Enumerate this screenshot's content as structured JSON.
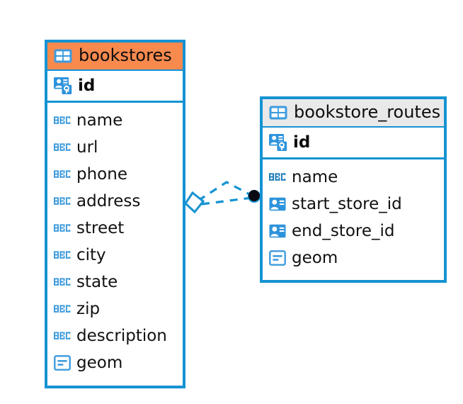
{
  "diagram": {
    "type": "entity-relationship-diagram",
    "background_color": "#ffffff",
    "accent_color": "#1593D3",
    "highlight_color": "#F98A4E",
    "header_grey": "#E9E9E9"
  },
  "entities": [
    {
      "name": "bookstores",
      "header_style": "orange",
      "table_icon": "table-icon",
      "primary_key": {
        "label": "id",
        "icon": "primary-key-icon"
      },
      "fields": [
        {
          "label": "name",
          "icon": "text-abc-icon"
        },
        {
          "label": "url",
          "icon": "text-abc-icon"
        },
        {
          "label": "phone",
          "icon": "text-abc-icon"
        },
        {
          "label": "address",
          "icon": "text-abc-icon"
        },
        {
          "label": "street",
          "icon": "text-abc-icon"
        },
        {
          "label": "city",
          "icon": "text-abc-icon"
        },
        {
          "label": "state",
          "icon": "text-abc-icon"
        },
        {
          "label": "zip",
          "icon": "text-abc-icon"
        },
        {
          "label": "description",
          "icon": "text-abc-icon"
        },
        {
          "label": "geom",
          "icon": "geometry-icon"
        }
      ]
    },
    {
      "name": "bookstore_routes",
      "header_style": "grey",
      "table_icon": "table-icon",
      "primary_key": {
        "label": "id",
        "icon": "primary-key-icon"
      },
      "fields": [
        {
          "label": "name",
          "icon": "text-abc-icon"
        },
        {
          "label": "start_store_id",
          "icon": "foreign-key-icon"
        },
        {
          "label": "end_store_id",
          "icon": "foreign-key-icon"
        },
        {
          "label": "geom",
          "icon": "geometry-icon"
        }
      ]
    }
  ],
  "relationship": {
    "from_entity": "bookstores",
    "to_entity": "bookstore_routes",
    "line_style": "dashed",
    "line_color": "#1593D3",
    "source_marker": "diamond-marker",
    "target_marker": "filled-circle-marker",
    "target_marker_color": "#0a0a12"
  }
}
